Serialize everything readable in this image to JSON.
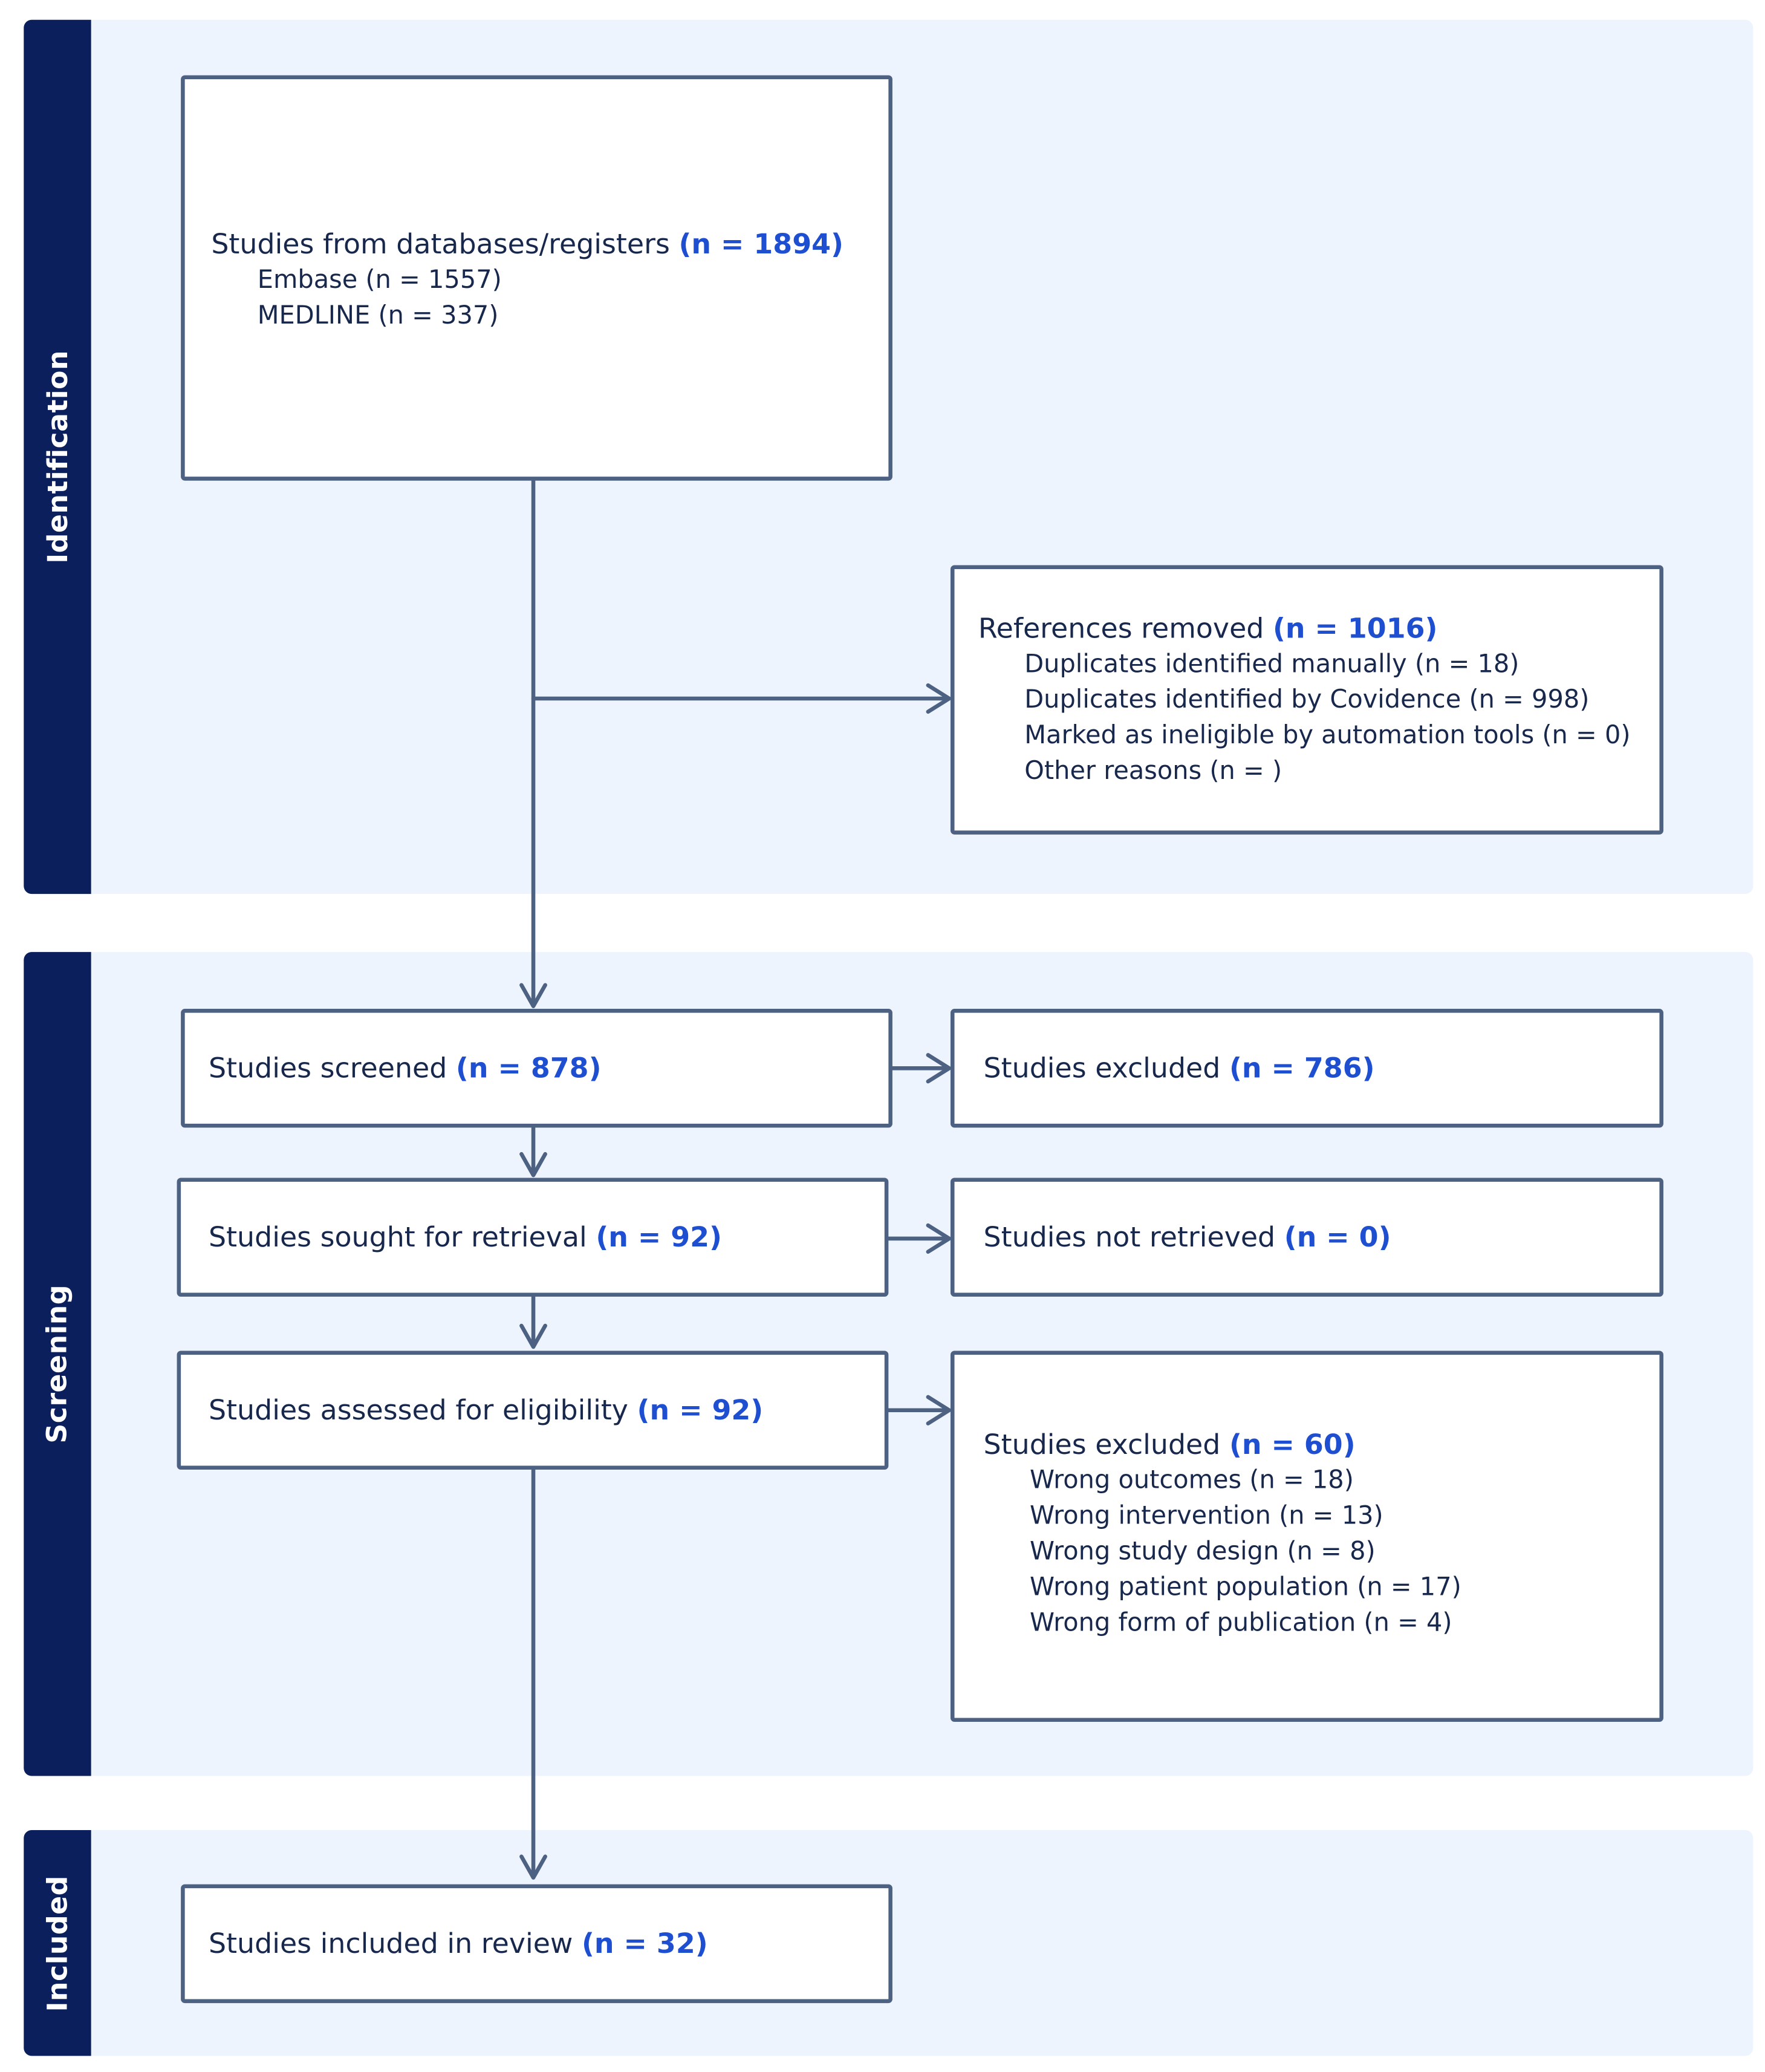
{
  "phases": {
    "identification": "Identification",
    "screening": "Screening",
    "included": "Included"
  },
  "identification_box": {
    "label": "Studies from databases/registers ",
    "n": "(n = 1894)",
    "items": [
      "Embase (n = 1557)",
      "MEDLINE (n = 337)"
    ]
  },
  "removed_box": {
    "label": "References removed ",
    "n": "(n = 1016)",
    "items": [
      "Duplicates identified manually (n = 18)",
      "Duplicates identified by Covidence (n = 998)",
      "Marked as ineligible by automation tools (n = 0)",
      "Other reasons (n = )"
    ]
  },
  "screened_box": {
    "label": "Studies screened ",
    "n": "(n = 878)"
  },
  "excluded_box": {
    "label": "Studies excluded ",
    "n": "(n = 786)"
  },
  "retrieval_box": {
    "label": "Studies sought for retrieval ",
    "n": "(n = 92)"
  },
  "not_retrieved_box": {
    "label": "Studies not retrieved ",
    "n": "(n = 0)"
  },
  "eligibility_box": {
    "label": "Studies assessed for eligibility ",
    "n": "(n = 92)"
  },
  "excluded_eligibility_box": {
    "label": "Studies excluded ",
    "n": "(n = 60)",
    "items": [
      "Wrong outcomes (n = 18)",
      "Wrong intervention (n = 13)",
      "Wrong study design (n = 8)",
      "Wrong patient population (n = 17)",
      "Wrong form of publication (n = 4)"
    ]
  },
  "included_box": {
    "label": "Studies included in review ",
    "n": "(n = 32)"
  },
  "colors": {
    "side_bar": "#0b1f5c",
    "band_background": "#eef4fd",
    "box_border": "#4d6182",
    "text": "#18284d",
    "count_highlight": "#1f4fd1"
  }
}
